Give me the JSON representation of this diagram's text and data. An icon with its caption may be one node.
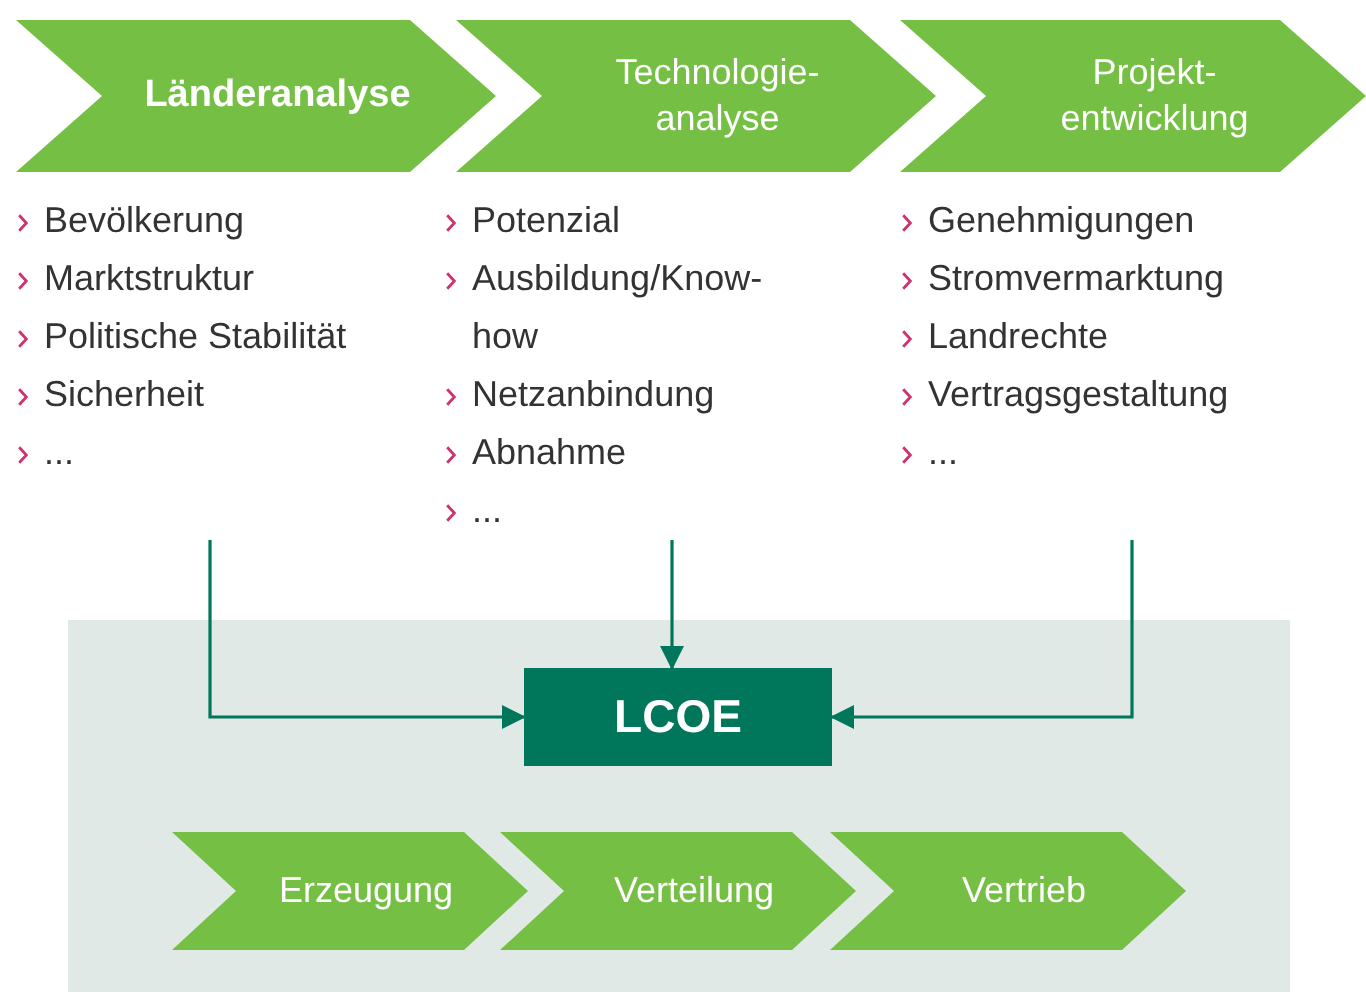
{
  "diagram": {
    "nodes": [
      {
        "text": [
          "Länderanalyse"
        ]
      },
      {
        "text": [
          "Technologie-analyse"
        ]
      },
      {
        "text": [
          "Projekt-entwicklung"
        ]
      },
      {
        "text": [
          "Bevölkerung",
          "Marktstruktur",
          "Politische Stabilität",
          "Sicherheit",
          "..."
        ]
      },
      {
        "text": [
          "Potenzial",
          "Ausbildung/Know- how",
          "Netzanbindung",
          "Abnahme",
          "..."
        ]
      },
      {
        "text": [
          "Genehmigungen",
          "Stromvermarktung",
          "Landrechte",
          "Vertragsgestaltung",
          "..."
        ]
      },
      {
        "text": [],
        "shape": "box"
      },
      {
        "text": [
          "LCOE"
        ],
        "in": 6
      },
      {
        "text": [
          "Erzeugung"
        ],
        "in": 6
      },
      {
        "text": [
          "Verteilung"
        ],
        "in": 6
      },
      {
        "text": [
          "Vertrieb"
        ],
        "in": 6
      }
    ],
    "edges": [
      {
        "from": 3,
        "to": 7,
        "arrow": "to"
      },
      {
        "from": 4,
        "to": 7,
        "arrow": "to"
      },
      {
        "from": 5,
        "to": 7,
        "arrow": "to"
      }
    ]
  }
}
